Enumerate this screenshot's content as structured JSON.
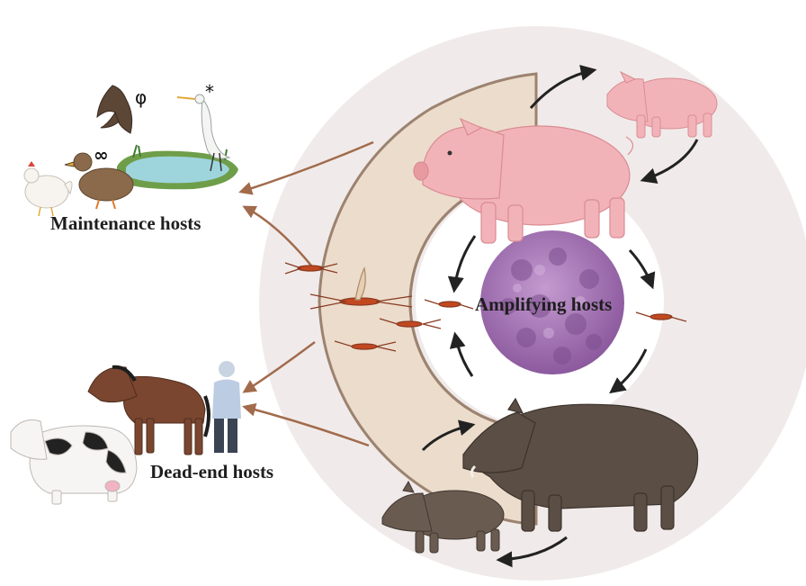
{
  "labels": {
    "maintenance": "Maintenance hosts",
    "dead_end": "Dead-end hosts",
    "amplifying": "Amplifying hosts"
  },
  "symbols": {
    "bat": "φ",
    "egret": "*",
    "duck": "∞"
  },
  "colors": {
    "outer_disc": "#f0ebea",
    "mosquito_band": "#ecdccb",
    "band_outline": "#9c8370",
    "vector_arrows": "#a26b4c",
    "cycle_arrows": "#222222",
    "pig": "#f2b3b8",
    "virus": "#a678b8",
    "boar": "#5b4e45",
    "pond": "#9ed5dc",
    "horse": "#7a4630"
  },
  "icons": [
    "bat-icon",
    "egret-icon",
    "chicken-icon",
    "duck-icon",
    "pond-icon",
    "pig-icon",
    "piglet-icon",
    "virus-icon",
    "boar-icon",
    "boar-young-icon",
    "horse-icon",
    "cow-icon",
    "human-icon",
    "mosquito-icon"
  ]
}
